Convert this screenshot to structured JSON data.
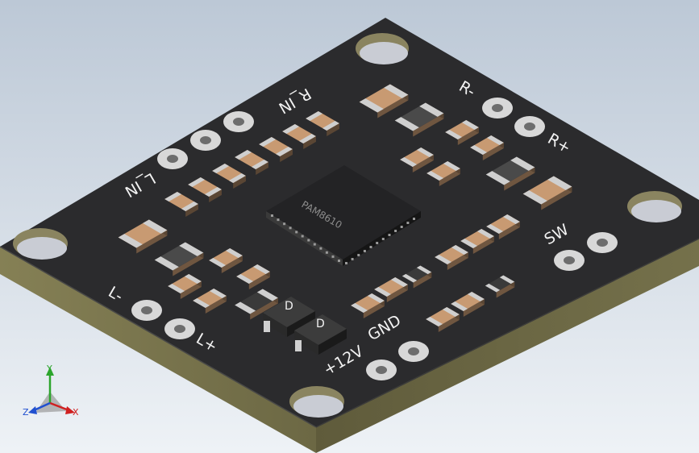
{
  "board": {
    "ic_label": "PAM8610",
    "labels": {
      "r_in": "R_IN",
      "l_in": "L_IN",
      "r_minus": "R-",
      "r_plus": "R+",
      "sw": "SW",
      "l_minus": "L-",
      "l_plus": "L+",
      "gnd": "GND",
      "v12": "+12V"
    },
    "diode_marks": [
      "D",
      "D"
    ]
  },
  "triad": {
    "x": "X",
    "y": "Y",
    "z": "Z"
  },
  "colors": {
    "background_top": "#bfcbd8",
    "background_bottom": "#eef2f6",
    "pcb_top": "#2b2b2d",
    "pcb_side": "#7e7a52",
    "copper_pad": "#d8d8d8",
    "component_body": "#c89a72",
    "component_cap": "#cfcfcf"
  }
}
